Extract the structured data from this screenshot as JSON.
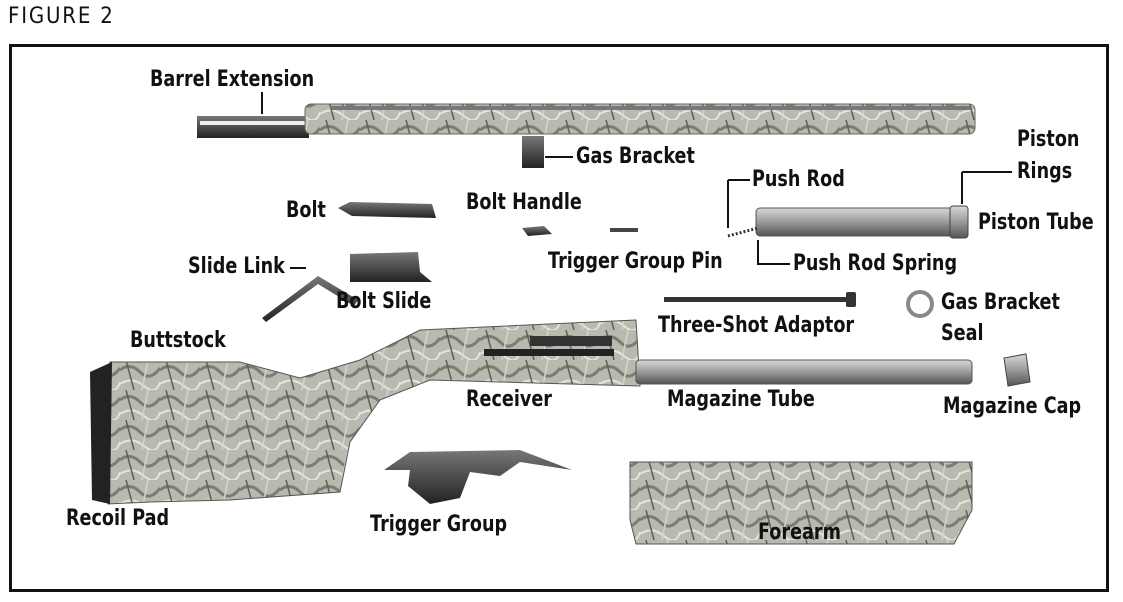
{
  "figure_title": "FIGURE 2",
  "labels": {
    "barrel_extension": "Barrel Extension",
    "gas_bracket": "Gas Bracket",
    "piston_rings_1": "Piston",
    "piston_rings_2": "Rings",
    "push_rod": "Push Rod",
    "piston_tube": "Piston Tube",
    "bolt": "Bolt",
    "bolt_handle": "Bolt Handle",
    "trigger_group_pin": "Trigger Group Pin",
    "push_rod_spring": "Push Rod Spring",
    "slide_link": "Slide Link",
    "bolt_slide": "Bolt Slide",
    "gas_bracket_seal_1": "Gas Bracket",
    "gas_bracket_seal_2": "Seal",
    "three_shot_adaptor": "Three-Shot Adaptor",
    "buttstock": "Buttstock",
    "receiver": "Receiver",
    "magazine_tube": "Magazine Tube",
    "magazine_cap": "Magazine Cap",
    "recoil_pad": "Recoil Pad",
    "trigger_group": "Trigger Group",
    "forearm": "Forearm"
  }
}
